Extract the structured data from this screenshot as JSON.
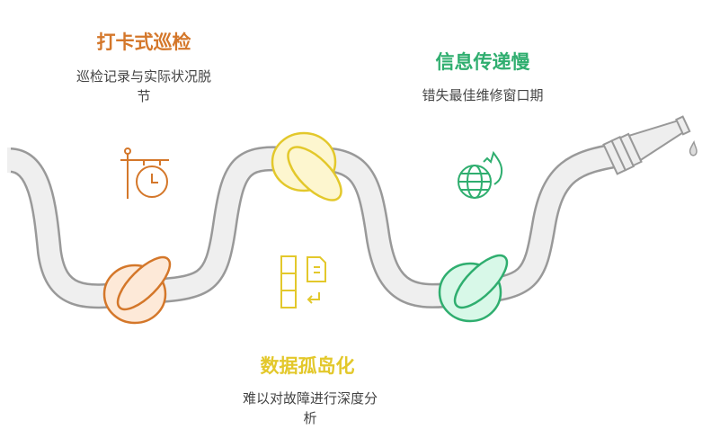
{
  "colors": {
    "orange": "#d4772a",
    "yellow": "#e3c82b",
    "green": "#2fae6f",
    "hose": "#9a9a9a",
    "hose_fill": "#eeeeee"
  },
  "items": [
    {
      "title": "打卡式巡检",
      "desc_lines": [
        "巡检记录与实际状况脱",
        "节"
      ],
      "icon": "signpost-clock-icon"
    },
    {
      "title": "数据孤岛化",
      "desc_lines": [
        "难以对故障进行深度分",
        "析"
      ],
      "icon": "columns-document-icon"
    },
    {
      "title": "信息传递慢",
      "desc_lines": [
        "错失最佳维修窗口期"
      ],
      "icon": "globe-fire-icon"
    }
  ]
}
